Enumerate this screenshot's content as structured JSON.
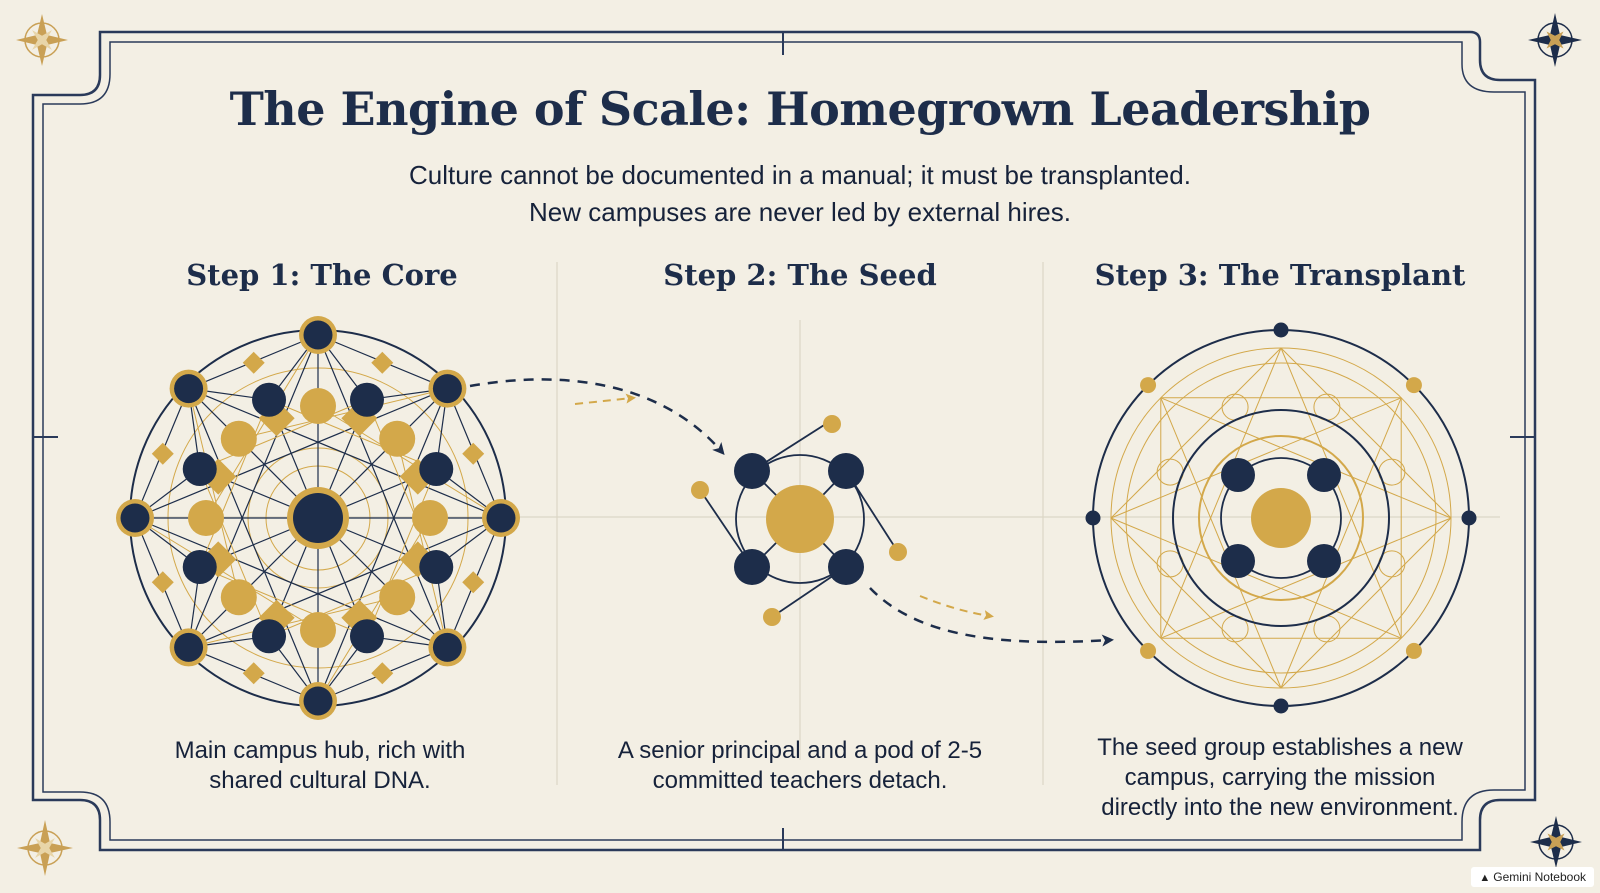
{
  "header": {
    "title": "The Engine of Scale: Homegrown Leadership",
    "subtitle_line1": "Culture cannot be documented in a manual; it must be transplanted.",
    "subtitle_line2": "New campuses are never led by external hires."
  },
  "steps": [
    {
      "heading": "Step 1: The Core",
      "caption_lines": [
        "Main campus hub, rich with",
        "shared cultural DNA."
      ]
    },
    {
      "heading": "Step 2: The Seed",
      "caption_lines": [
        "A senior principal and a pod of 2-5",
        "committed teachers detach."
      ]
    },
    {
      "heading": "Step 3: The Transplant",
      "caption_lines": [
        "The seed group establishes a new",
        "campus, carrying the mission",
        "directly into the new environment."
      ]
    }
  ],
  "badge": {
    "label": "Gemini Notebook",
    "icon": "notebook-icon"
  },
  "colors": {
    "navy": "#1d2d4a",
    "gold": "#d3a84a",
    "background": "#f3efe4",
    "frame": "#2a3a5a"
  },
  "icons": [
    "compass-star-icon",
    "arrow-icon"
  ]
}
